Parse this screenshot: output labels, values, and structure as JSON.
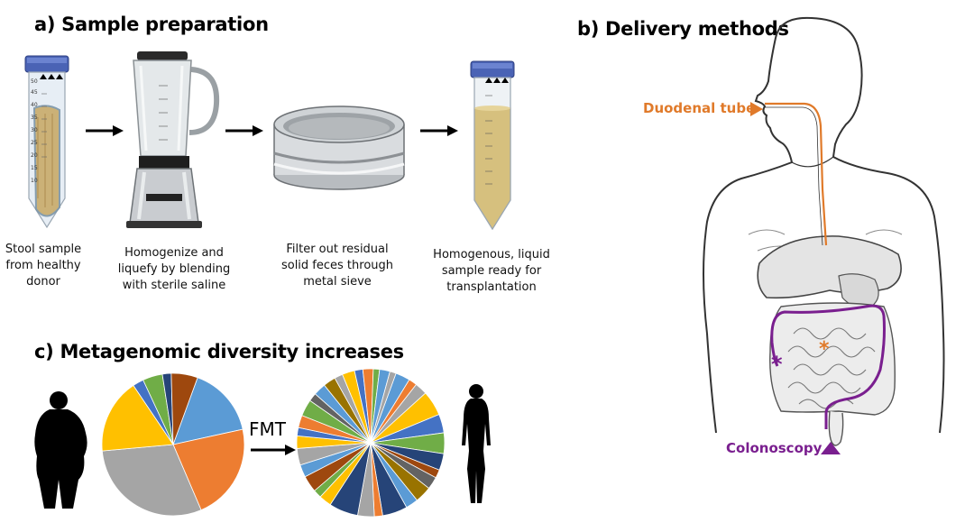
{
  "panel_a": {
    "title": "a) Sample preparation",
    "tube_marks": [
      "50",
      "45",
      "40",
      "35",
      "30",
      "25",
      "20",
      "15",
      "10"
    ],
    "steps": [
      {
        "caption_lines": [
          "Stool sample",
          "from healthy",
          "donor"
        ]
      },
      {
        "caption_lines": [
          "Homogenize and",
          "liquefy by blending",
          "with sterile saline"
        ]
      },
      {
        "caption_lines": [
          "Filter out residual",
          "solid feces through",
          "metal sieve"
        ]
      },
      {
        "caption_lines": [
          "Homogenous, liquid",
          "sample ready for",
          "transplantation"
        ]
      }
    ]
  },
  "panel_b": {
    "title": "b) Delivery methods",
    "duodenal_label": "Duodenal tube",
    "colonoscopy_label": "Colonoscopy",
    "colors": {
      "duodenal": "#e07a2a",
      "colonoscopy": "#7a1f8f"
    }
  },
  "panel_c": {
    "title": "c) Metagenomic diversity increases",
    "transition_label": "FMT",
    "colors": [
      "#5b9bd5",
      "#ed7d31",
      "#a5a5a5",
      "#ffc000",
      "#4472c4",
      "#70ad47",
      "#264478",
      "#9e480e",
      "#636363",
      "#997300"
    ]
  },
  "chart_data": [
    {
      "type": "pie",
      "title": "",
      "slices": [
        {
          "value": 0.16,
          "color": "#5b9bd5"
        },
        {
          "value": 0.22,
          "color": "#ed7d31"
        },
        {
          "value": 0.3,
          "color": "#a5a5a5"
        },
        {
          "value": 0.17,
          "color": "#ffc000"
        },
        {
          "value": 0.025,
          "color": "#4472c4"
        },
        {
          "value": 0.045,
          "color": "#70ad47"
        },
        {
          "value": 0.02,
          "color": "#264478"
        },
        {
          "value": 0.06,
          "color": "#9e480e"
        }
      ]
    },
    {
      "type": "pie",
      "title": "",
      "slices": [
        {
          "value": 0.035,
          "color": "#5b9bd5"
        },
        {
          "value": 0.02,
          "color": "#ed7d31"
        },
        {
          "value": 0.03,
          "color": "#a5a5a5"
        },
        {
          "value": 0.06,
          "color": "#ffc000"
        },
        {
          "value": 0.045,
          "color": "#4472c4"
        },
        {
          "value": 0.05,
          "color": "#70ad47"
        },
        {
          "value": 0.04,
          "color": "#264478"
        },
        {
          "value": 0.02,
          "color": "#9e480e"
        },
        {
          "value": 0.03,
          "color": "#636363"
        },
        {
          "value": 0.04,
          "color": "#997300"
        },
        {
          "value": 0.03,
          "color": "#5b9bd5"
        },
        {
          "value": 0.06,
          "color": "#264478"
        },
        {
          "value": 0.02,
          "color": "#ed7d31"
        },
        {
          "value": 0.04,
          "color": "#a5a5a5"
        },
        {
          "value": 0.07,
          "color": "#264478"
        },
        {
          "value": 0.03,
          "color": "#ffc000"
        },
        {
          "value": 0.02,
          "color": "#70ad47"
        },
        {
          "value": 0.04,
          "color": "#9e480e"
        },
        {
          "value": 0.03,
          "color": "#5b9bd5"
        },
        {
          "value": 0.04,
          "color": "#a5a5a5"
        },
        {
          "value": 0.03,
          "color": "#ffc000"
        },
        {
          "value": 0.02,
          "color": "#4472c4"
        },
        {
          "value": 0.03,
          "color": "#ed7d31"
        },
        {
          "value": 0.04,
          "color": "#70ad47"
        },
        {
          "value": 0.02,
          "color": "#636363"
        },
        {
          "value": 0.03,
          "color": "#5b9bd5"
        },
        {
          "value": 0.03,
          "color": "#997300"
        },
        {
          "value": 0.02,
          "color": "#a5a5a5"
        },
        {
          "value": 0.03,
          "color": "#ffc000"
        },
        {
          "value": 0.02,
          "color": "#4472c4"
        },
        {
          "value": 0.025,
          "color": "#ed7d31"
        },
        {
          "value": 0.015,
          "color": "#70ad47"
        },
        {
          "value": 0.025,
          "color": "#5b9bd5"
        },
        {
          "value": 0.015,
          "color": "#a5a5a5"
        }
      ]
    }
  ]
}
